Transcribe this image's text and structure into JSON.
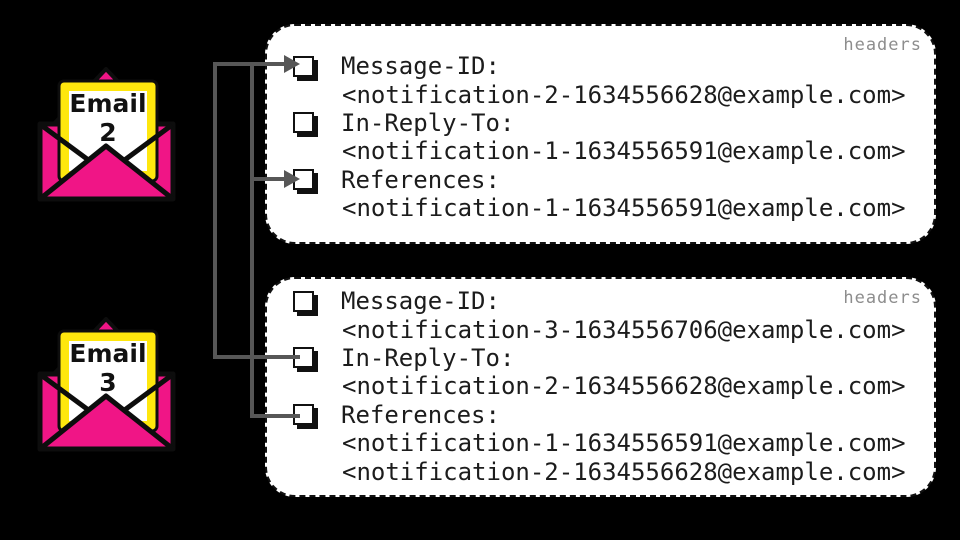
{
  "colors": {
    "background": "#000000",
    "envelope_pink": "#F01586",
    "letter_yellow": "#FFE70D",
    "panel_bg": "#FFFFFF",
    "panel_border": "#111111",
    "text": "#1C1C1C",
    "headers_label_gray": "#8D8D8D",
    "connector_gray": "#575757"
  },
  "emails": [
    {
      "name": "Email",
      "number": "2"
    },
    {
      "name": "Email",
      "number": "3"
    }
  ],
  "panels": [
    {
      "tag": "headers",
      "lines": [
        {
          "text": "Message-ID:",
          "checkbox": true,
          "arrow_target": true
        },
        {
          "text": "<notification-2-1634556628@example.com>",
          "checkbox": false
        },
        {
          "text": "In-Reply-To:",
          "checkbox": true
        },
        {
          "text": "<notification-1-1634556591@example.com>",
          "checkbox": false
        },
        {
          "text": "References:",
          "checkbox": true,
          "arrow_target": true
        },
        {
          "text": "<notification-1-1634556591@example.com>",
          "checkbox": false
        }
      ]
    },
    {
      "tag": "headers",
      "lines": [
        {
          "text": "Message-ID:",
          "checkbox": true
        },
        {
          "text": "<notification-3-1634556706@example.com>",
          "checkbox": false
        },
        {
          "text": "In-Reply-To:",
          "checkbox": true,
          "linked": true
        },
        {
          "text": "<notification-2-1634556628@example.com>",
          "checkbox": false
        },
        {
          "text": "References:",
          "checkbox": true,
          "linked": true
        },
        {
          "text": "<notification-1-1634556591@example.com>",
          "checkbox": false
        },
        {
          "text": "<notification-2-1634556628@example.com>",
          "checkbox": false
        }
      ]
    }
  ],
  "connections": [
    {
      "from": "email3.In-Reply-To",
      "to": "email2.Message-ID"
    },
    {
      "from": "email3.References",
      "to": "email2.Message-ID"
    },
    {
      "from": "email3.References",
      "to": "email2.References"
    }
  ]
}
